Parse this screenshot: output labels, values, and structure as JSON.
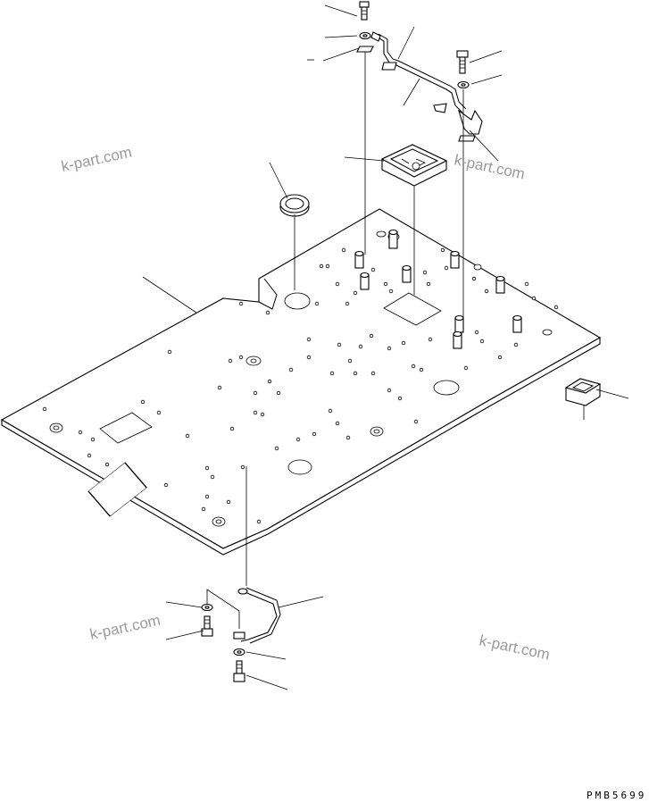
{
  "watermarks": [
    "k-part.com",
    "k-part.com",
    "k-part.com",
    "k-part.com"
  ],
  "drawing_code": "PMB5699"
}
